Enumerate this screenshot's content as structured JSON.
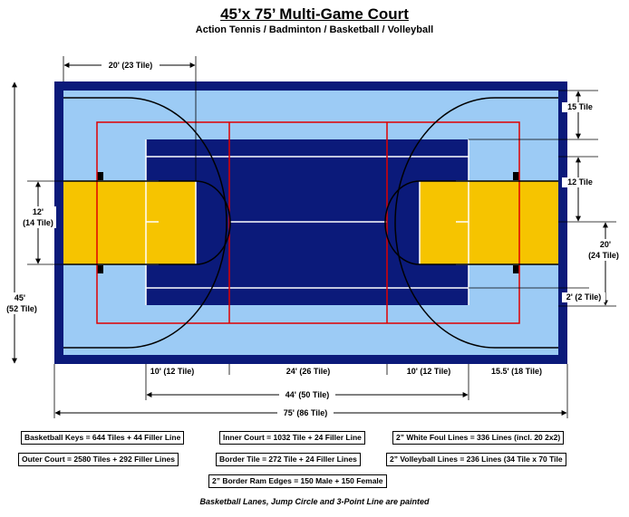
{
  "title": "45’x 75’ Multi-Game Court",
  "subtitle": "Action Tennis / Badminton / Basketball / Volleyball",
  "dimensions": {
    "top_width": "20' (23 Tile)",
    "right_top": "15 Tile",
    "right_key": "12 Tile",
    "right_half_a": "20'",
    "right_half_b": "(24 Tile)",
    "right_small": "2' (2 Tile)",
    "left_key_a": "12'",
    "left_key_b": "(14 Tile)",
    "left_total_a": "45'",
    "left_total_b": "(52 Tile)",
    "bottom_1": "10' (12 Tile)",
    "bottom_2": "24' (26 Tile)",
    "bottom_3": "10' (12 Tile)",
    "bottom_4": "15.5' (18 Tile)",
    "inner_width": "44' (50 Tile)",
    "total_width": "75' (86 Tile)"
  },
  "legend": [
    "Basketball Keys = 644 Tiles + 44 Filler Line",
    "Inner Court = 1032 Tile + 24 Filler Line",
    "2” White Foul Lines = 336 Lines (incl. 20  2x2)",
    "Outer Court = 2580 Tiles + 292 Filler Lines",
    "Border Tile = 272 Tile + 24 Filler Lines",
    "2” Volleyball Lines = 236 Lines (34 Tile x 70 Tile",
    "2” Border Ram Edges = 150 Male + 150 Female"
  ],
  "note": "Basketball Lanes, Jump Circle and 3-Point Line are painted",
  "colors": {
    "border": "#0b1a7a",
    "outer_court": "#9ccbf5",
    "inner_court": "#0b1a7a",
    "keys": "#f6c400",
    "lines_white": "#ffffff",
    "lines_red": "#e00000"
  }
}
